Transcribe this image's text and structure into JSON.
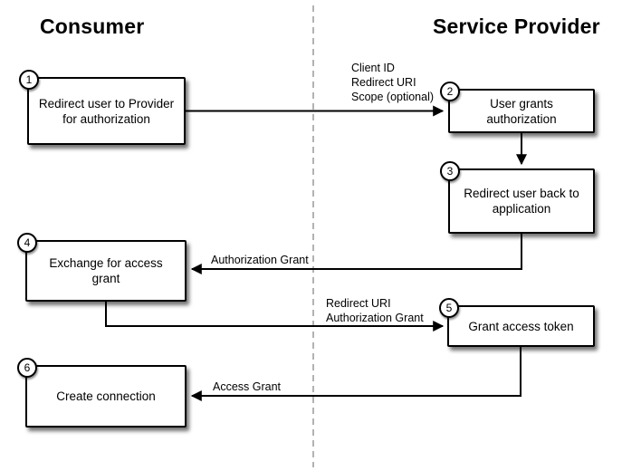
{
  "headers": {
    "left": "Consumer",
    "right": "Service Provider"
  },
  "steps": [
    {
      "number": "1",
      "label": "Redirect user to Provider for authorization"
    },
    {
      "number": "2",
      "label": "User grants authorization"
    },
    {
      "number": "3",
      "label": "Redirect user back to application"
    },
    {
      "number": "4",
      "label": "Exchange for access grant"
    },
    {
      "number": "5",
      "label": "Grant access token"
    },
    {
      "number": "6",
      "label": "Create connection"
    }
  ],
  "arrow_labels": {
    "consumer_to_provider": {
      "lines": [
        "Client ID",
        "Redirect URI",
        "Scope (optional)"
      ]
    },
    "authorization_grant": {
      "lines": [
        "Authorization Grant"
      ]
    },
    "redirect_authorization": {
      "lines": [
        "Redirect URI",
        "Authorization Grant"
      ]
    },
    "access_grant": {
      "lines": [
        "Access Grant"
      ]
    }
  },
  "colors": {
    "background": "#ffffff",
    "box_border": "#000000",
    "arrow": "#000000",
    "divider": "#9a9a9a"
  }
}
